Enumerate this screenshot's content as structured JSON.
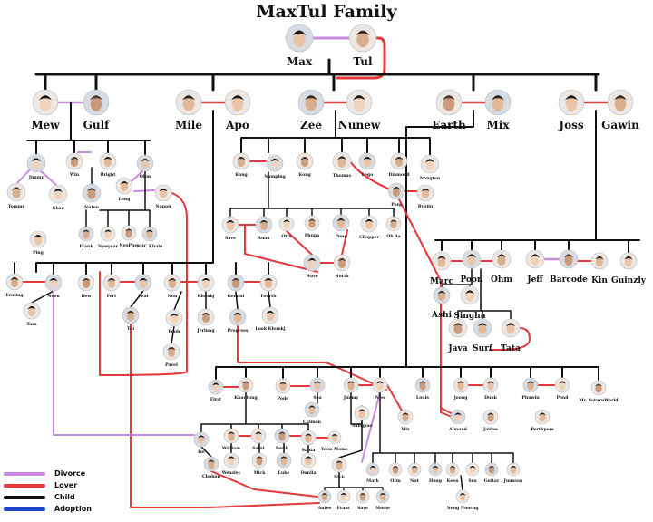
{
  "title": "MaxTul Family",
  "legend": [
    {
      "label": "Divorce",
      "color": "#c98bdd"
    },
    {
      "label": "Lover",
      "color": "#e5383b"
    },
    {
      "label": "Child",
      "color": "#111111"
    },
    {
      "label": "Adoption",
      "color": "#1f45c8"
    }
  ],
  "people": [
    {
      "id": "max",
      "name": "Max"
    },
    {
      "id": "tul",
      "name": "Tul"
    },
    {
      "id": "mew",
      "name": "Mew"
    },
    {
      "id": "gulf",
      "name": "Gulf"
    },
    {
      "id": "mile",
      "name": "Mile"
    },
    {
      "id": "apo",
      "name": "Apo"
    },
    {
      "id": "zee",
      "name": "Zee"
    },
    {
      "id": "nunew",
      "name": "Nunew"
    },
    {
      "id": "earth",
      "name": "Earth"
    },
    {
      "id": "mix",
      "name": "Mix"
    },
    {
      "id": "joss",
      "name": "Joss"
    },
    {
      "id": "gawin",
      "name": "Gawin"
    },
    {
      "id": "jimmy",
      "name": "Jimmy"
    },
    {
      "id": "win",
      "name": "Win"
    },
    {
      "id": "bright",
      "name": "Bright"
    },
    {
      "id": "ohm1",
      "name": "Ohm"
    },
    {
      "id": "tommy",
      "name": "Tommy"
    },
    {
      "id": "ghoz",
      "name": "Ghoz"
    },
    {
      "id": "nuton",
      "name": "Nuton"
    },
    {
      "id": "long",
      "name": "Long"
    },
    {
      "id": "nanon",
      "name": "Nanon"
    },
    {
      "id": "frank",
      "name": "Frank"
    },
    {
      "id": "newyear",
      "name": "Newyear"
    },
    {
      "id": "neoplus",
      "name": "NeoPlus"
    },
    {
      "id": "nilc",
      "name": "NilC Khaio"
    },
    {
      "id": "ping",
      "name": "Ping"
    },
    {
      "id": "kong1",
      "name": "Kong"
    },
    {
      "id": "namping",
      "name": "Namping"
    },
    {
      "id": "kong2",
      "name": "Kong"
    },
    {
      "id": "thomas",
      "name": "Thomas"
    },
    {
      "id": "lego",
      "name": "Lego"
    },
    {
      "id": "diamond",
      "name": "Diamond"
    },
    {
      "id": "nongton",
      "name": "Nongton"
    },
    {
      "id": "ponj",
      "name": "Ponj"
    },
    {
      "id": "ryujin",
      "name": "Ryujin"
    },
    {
      "id": "save",
      "name": "Save"
    },
    {
      "id": "auau",
      "name": "Auau"
    },
    {
      "id": "otto",
      "name": "Otto"
    },
    {
      "id": "phupa",
      "name": "Phupa"
    },
    {
      "id": "pung",
      "name": "Pung"
    },
    {
      "id": "chopper",
      "name": "Chopper"
    },
    {
      "id": "ohaa",
      "name": "Oh Aa"
    },
    {
      "id": "wave",
      "name": "Wave"
    },
    {
      "id": "north",
      "name": "North"
    },
    {
      "id": "marc",
      "name": "Marc"
    },
    {
      "id": "poon",
      "name": "Poon"
    },
    {
      "id": "ohm2",
      "name": "Ohm"
    },
    {
      "id": "jeff",
      "name": "Jeff"
    },
    {
      "id": "barcode",
      "name": "Barcode"
    },
    {
      "id": "kin",
      "name": "Kin"
    },
    {
      "id": "guinzly",
      "name": "Guinzly"
    },
    {
      "id": "ashi",
      "name": "Ashi"
    },
    {
      "id": "singha",
      "name": "Singha"
    },
    {
      "id": "java",
      "name": "Java"
    },
    {
      "id": "surf",
      "name": "Surf"
    },
    {
      "id": "tata",
      "name": "Tata"
    },
    {
      "id": "erating",
      "name": "Erating"
    },
    {
      "id": "neen",
      "name": "Neen"
    },
    {
      "id": "dew",
      "name": "Dew"
    },
    {
      "id": "fort",
      "name": "Fort"
    },
    {
      "id": "peat",
      "name": "Peat"
    },
    {
      "id": "non",
      "name": "Non"
    },
    {
      "id": "khunkj",
      "name": "Khunkj"
    },
    {
      "id": "gemini",
      "name": "Gemini"
    },
    {
      "id": "fourth",
      "name": "Fourth"
    },
    {
      "id": "tara",
      "name": "Tara"
    },
    {
      "id": "tui",
      "name": "Tui"
    },
    {
      "id": "pooh",
      "name": "Pooh"
    },
    {
      "id": "jerlung",
      "name": "Jerlung"
    },
    {
      "id": "progress",
      "name": "Progress"
    },
    {
      "id": "look",
      "name": "Look Khunkj"
    },
    {
      "id": "pavel",
      "name": "Pavel"
    },
    {
      "id": "first",
      "name": "First"
    },
    {
      "id": "khaotung",
      "name": "Khaotung"
    },
    {
      "id": "podd",
      "name": "Podd"
    },
    {
      "id": "sea",
      "name": "Sea"
    },
    {
      "id": "jimmy2",
      "name": "Jimmy"
    },
    {
      "id": "neo",
      "name": "Neo"
    },
    {
      "id": "louis",
      "name": "Louis"
    },
    {
      "id": "joong",
      "name": "Joong"
    },
    {
      "id": "dunk",
      "name": "Dunk"
    },
    {
      "id": "phuwin",
      "name": "Phuwin"
    },
    {
      "id": "pond",
      "name": "Pond"
    },
    {
      "id": "satur",
      "name": "Mr. SaturnWorld"
    },
    {
      "id": "chimon",
      "name": "Chimon"
    },
    {
      "id": "aungpao",
      "name": "Aungpao"
    },
    {
      "id": "mix2",
      "name": "Mix"
    },
    {
      "id": "almond",
      "name": "Almond"
    },
    {
      "id": "jaidee",
      "name": "Jaidee"
    },
    {
      "id": "perth2",
      "name": "Perthpom"
    },
    {
      "id": "ize",
      "name": "Ize"
    },
    {
      "id": "william",
      "name": "William"
    },
    {
      "id": "saint",
      "name": "Saint"
    },
    {
      "id": "perth",
      "name": "Perth"
    },
    {
      "id": "santa",
      "name": "Santa"
    },
    {
      "id": "yoon",
      "name": "Yoon Mome"
    },
    {
      "id": "chokun",
      "name": "Chokun"
    },
    {
      "id": "weasley",
      "name": "Weasley"
    },
    {
      "id": "mick",
      "name": "Mick"
    },
    {
      "id": "luke",
      "name": "Luke"
    },
    {
      "id": "donlia",
      "name": "Donlia"
    },
    {
      "id": "nick",
      "name": "Nick"
    },
    {
      "id": "mark",
      "name": "Mark"
    },
    {
      "id": "ozm",
      "name": "Ozm"
    },
    {
      "id": "nut",
      "name": "Nut"
    },
    {
      "id": "hong",
      "name": "Hong"
    },
    {
      "id": "keen",
      "name": "Keen"
    },
    {
      "id": "sea2",
      "name": "Sea"
    },
    {
      "id": "guitar",
      "name": "Guitar"
    },
    {
      "id": "junsean",
      "name": "Junsean"
    },
    {
      "id": "nong",
      "name": "Noug Noocng"
    },
    {
      "id": "antee",
      "name": "Antee"
    },
    {
      "id": "franc",
      "name": "Franc"
    },
    {
      "id": "save2",
      "name": "Save"
    },
    {
      "id": "mome",
      "name": "Mome"
    }
  ]
}
